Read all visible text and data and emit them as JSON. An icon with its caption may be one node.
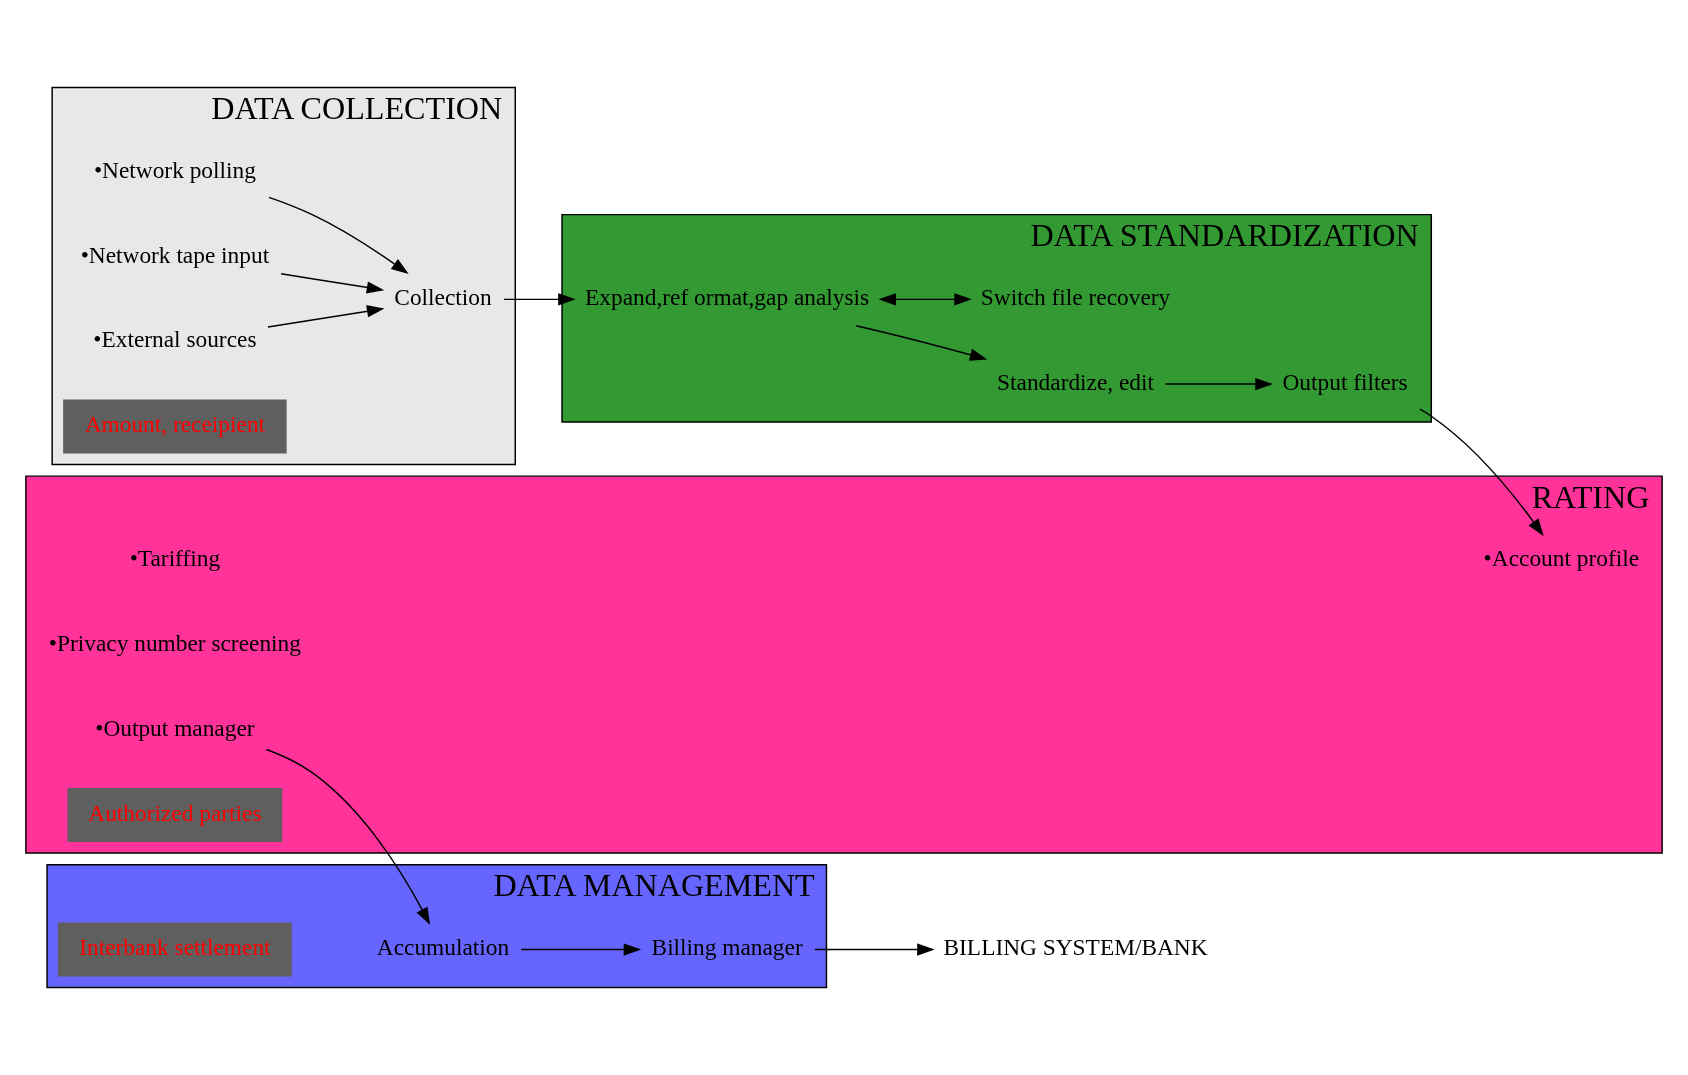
{
  "diagram": {
    "nodes": [
      {
        "text": [
          "DATA COLLECTION"
        ]
      },
      {
        "text": [
          "•Network polling"
        ],
        "in": 0
      },
      {
        "text": [
          "•Network tape input"
        ],
        "in": 0
      },
      {
        "text": [
          "•External sources"
        ],
        "in": 0
      },
      {
        "text": [
          "Collection"
        ],
        "in": 0
      },
      {
        "text": [
          "Amount, receipient"
        ],
        "in": 0
      },
      {
        "text": [
          "DATA STANDARDIZATION"
        ]
      },
      {
        "text": [
          "Expand,ref ormat,gap analysis"
        ],
        "in": 6
      },
      {
        "text": [
          "Standardize, edit"
        ],
        "in": 6
      },
      {
        "text": [
          "Output filters"
        ],
        "in": 6
      },
      {
        "text": [
          "Switch file recovery"
        ],
        "in": 6
      },
      {
        "text": [
          "RATING"
        ]
      },
      {
        "text": [
          "•Account profile"
        ],
        "in": 11
      },
      {
        "text": [
          "•Tariffing"
        ],
        "in": 11
      },
      {
        "text": [
          "•Privacy number screening"
        ],
        "in": 11
      },
      {
        "text": [
          "•Output manager"
        ],
        "in": 11
      },
      {
        "text": [
          "Authorized parties"
        ],
        "in": 11
      },
      {
        "text": [
          "DATA MANAGEMENT"
        ]
      },
      {
        "text": [
          "Accumulation"
        ],
        "in": 17
      },
      {
        "text": [
          "Billing manager"
        ],
        "in": 17
      },
      {
        "text": [
          "Interbank settlement"
        ],
        "in": 17
      },
      {
        "text": [
          "BILLING SYSTEM/BANK"
        ]
      }
    ],
    "edges": [
      {
        "from": 1,
        "to": 4,
        "arrow": "to"
      },
      {
        "from": 2,
        "to": 4,
        "arrow": "to"
      },
      {
        "from": 3,
        "to": 4,
        "arrow": "to"
      },
      {
        "from": 4,
        "to": 7,
        "arrow": "to"
      },
      {
        "from": 7,
        "to": 10,
        "arrow": "both"
      },
      {
        "from": 7,
        "to": 8,
        "arrow": "to"
      },
      {
        "from": 8,
        "to": 9,
        "arrow": "to"
      },
      {
        "from": 9,
        "to": 12,
        "arrow": "to"
      },
      {
        "from": 15,
        "to": 18,
        "arrow": "to"
      },
      {
        "from": 18,
        "to": 19,
        "arrow": "to"
      },
      {
        "from": 19,
        "to": 21,
        "arrow": "to"
      }
    ]
  }
}
